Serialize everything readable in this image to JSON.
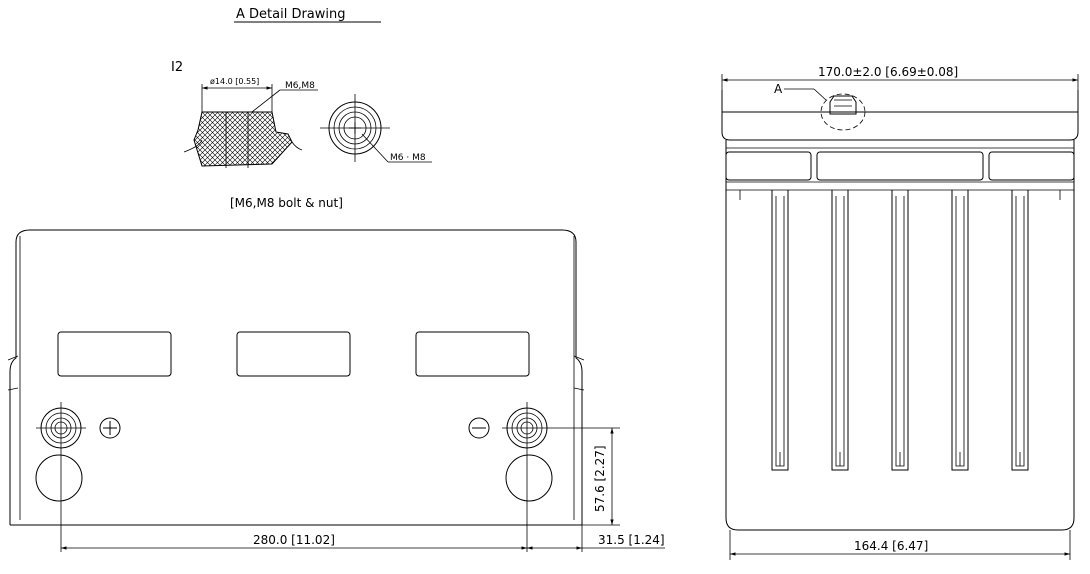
{
  "detail": {
    "title": "A Detail Drawing",
    "terminal_code": "I2",
    "dim_diameter": "ø14.0 [0.55]",
    "thread_label_section": "M6,M8",
    "thread_label_top": "M6 · M8",
    "caption": "[M6,M8 bolt & nut]"
  },
  "front_view": {
    "dim_width": "280.0 [11.02]",
    "dim_edge": "31.5 [1.24]",
    "dim_height": "57.6 [2.27]"
  },
  "side_view": {
    "dim_top": "170.0±2.0 [6.69±0.08]",
    "dim_bottom": "164.4 [6.47]",
    "detail_ref": "A"
  }
}
